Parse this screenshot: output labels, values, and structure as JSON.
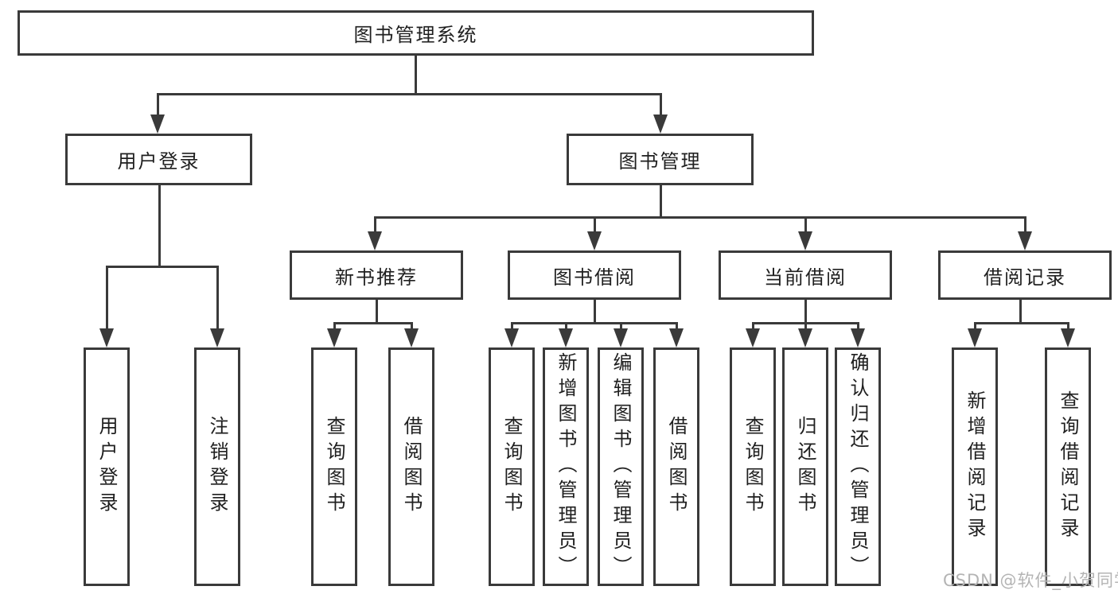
{
  "diagram": {
    "title": "图书管理系统",
    "level2": [
      {
        "label": "用户登录",
        "parent": "图书管理系统"
      },
      {
        "label": "图书管理",
        "parent": "图书管理系统"
      }
    ],
    "level3": [
      {
        "label": "新书推荐",
        "parent": "图书管理"
      },
      {
        "label": "图书借阅",
        "parent": "图书管理"
      },
      {
        "label": "当前借阅",
        "parent": "图书管理"
      },
      {
        "label": "借阅记录",
        "parent": "图书管理"
      }
    ],
    "leaves": [
      {
        "label": "用户登录",
        "parent": "用户登录"
      },
      {
        "label": "注销登录",
        "parent": "用户登录"
      },
      {
        "label": "查询图书",
        "parent": "新书推荐"
      },
      {
        "label": "借阅图书",
        "parent": "新书推荐"
      },
      {
        "label": "查询图书",
        "parent": "图书借阅"
      },
      {
        "label": "新增图书（管理员）",
        "parent": "图书借阅"
      },
      {
        "label": "编辑图书（管理员）",
        "parent": "图书借阅"
      },
      {
        "label": "借阅图书",
        "parent": "图书借阅"
      },
      {
        "label": "查询图书",
        "parent": "当前借阅"
      },
      {
        "label": "归还图书",
        "parent": "当前借阅"
      },
      {
        "label": "确认归还（管理员）",
        "parent": "当前借阅"
      },
      {
        "label": "新增借阅记录",
        "parent": "借阅记录"
      },
      {
        "label": "查询借阅记录",
        "parent": "借阅记录"
      }
    ],
    "watermark": "CSDN @软件_小贺同学",
    "colors": {
      "line": "#3a3a3a",
      "box_border": "#3a3a3a",
      "text": "#1f1f1f",
      "watermark": "#b4b4b4",
      "background": "#ffffff"
    }
  }
}
